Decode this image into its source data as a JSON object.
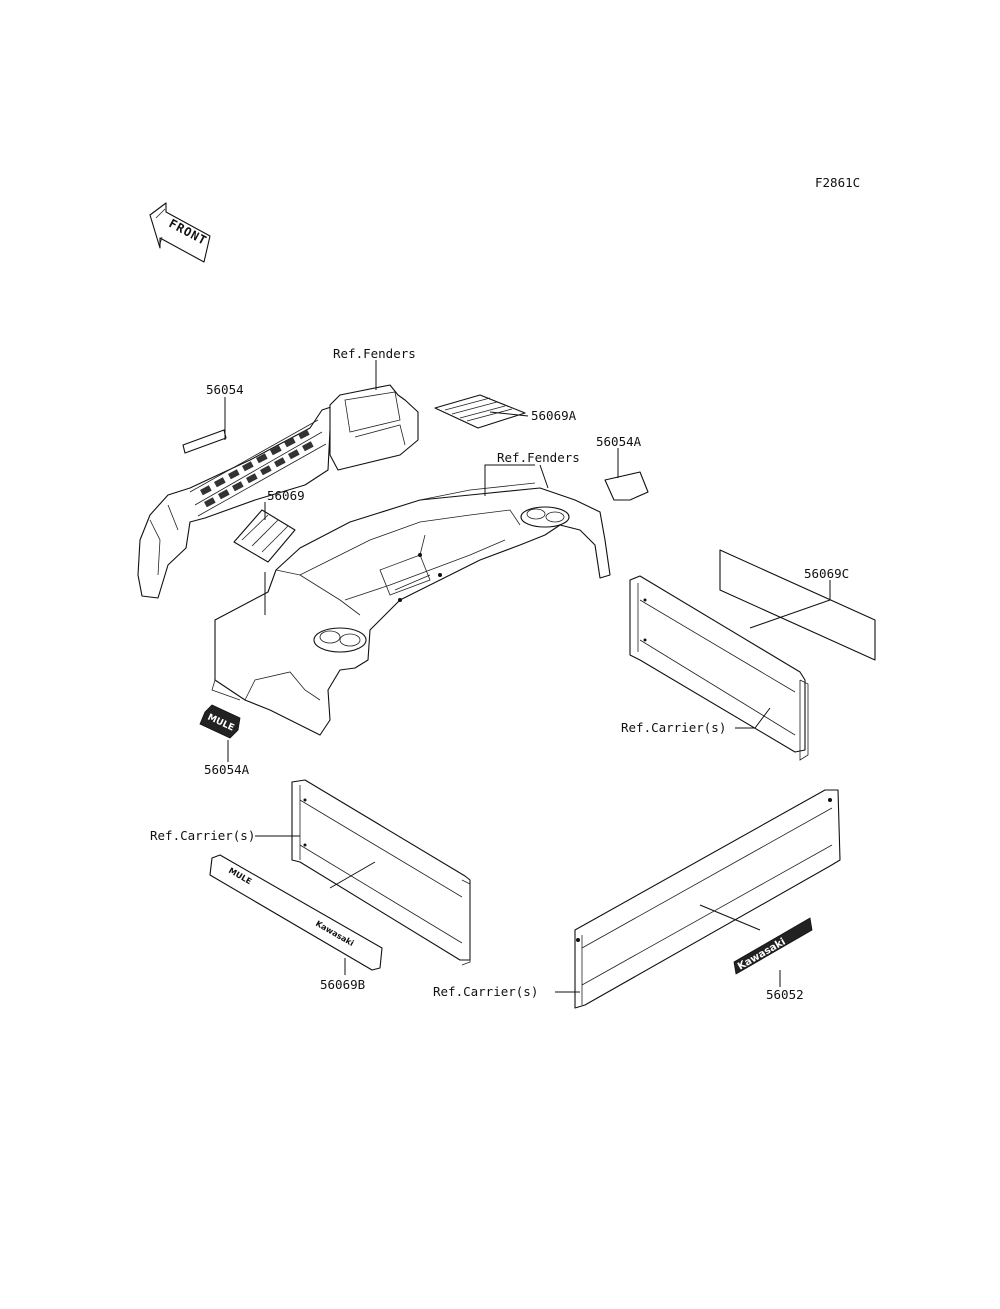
{
  "figure_code": "F2861C",
  "front_arrow": {
    "text": "FRONT",
    "icon": "front-arrow-icon"
  },
  "callouts": {
    "ref_fenders_1": "Ref.Fenders",
    "ref_fenders_2": "Ref.Fenders",
    "p56054": "56054",
    "p56069A": "56069A",
    "p56054A_top": "56054A",
    "p56069": "56069",
    "p56069C": "56069C",
    "p56054A_bottom": "56054A",
    "ref_carrier_right": "Ref.Carrier(s)",
    "ref_carrier_left": "Ref.Carrier(s)",
    "p56069B": "56069B",
    "ref_carrier_bottom": "Ref.Carrier(s)",
    "p56052": "56052"
  },
  "decals": {
    "mule_text": "MULE",
    "kawasaki_text": "Kawasaki",
    "mule_small_text": "MULE"
  },
  "colors": {
    "line": "#111111",
    "background": "#ffffff"
  }
}
